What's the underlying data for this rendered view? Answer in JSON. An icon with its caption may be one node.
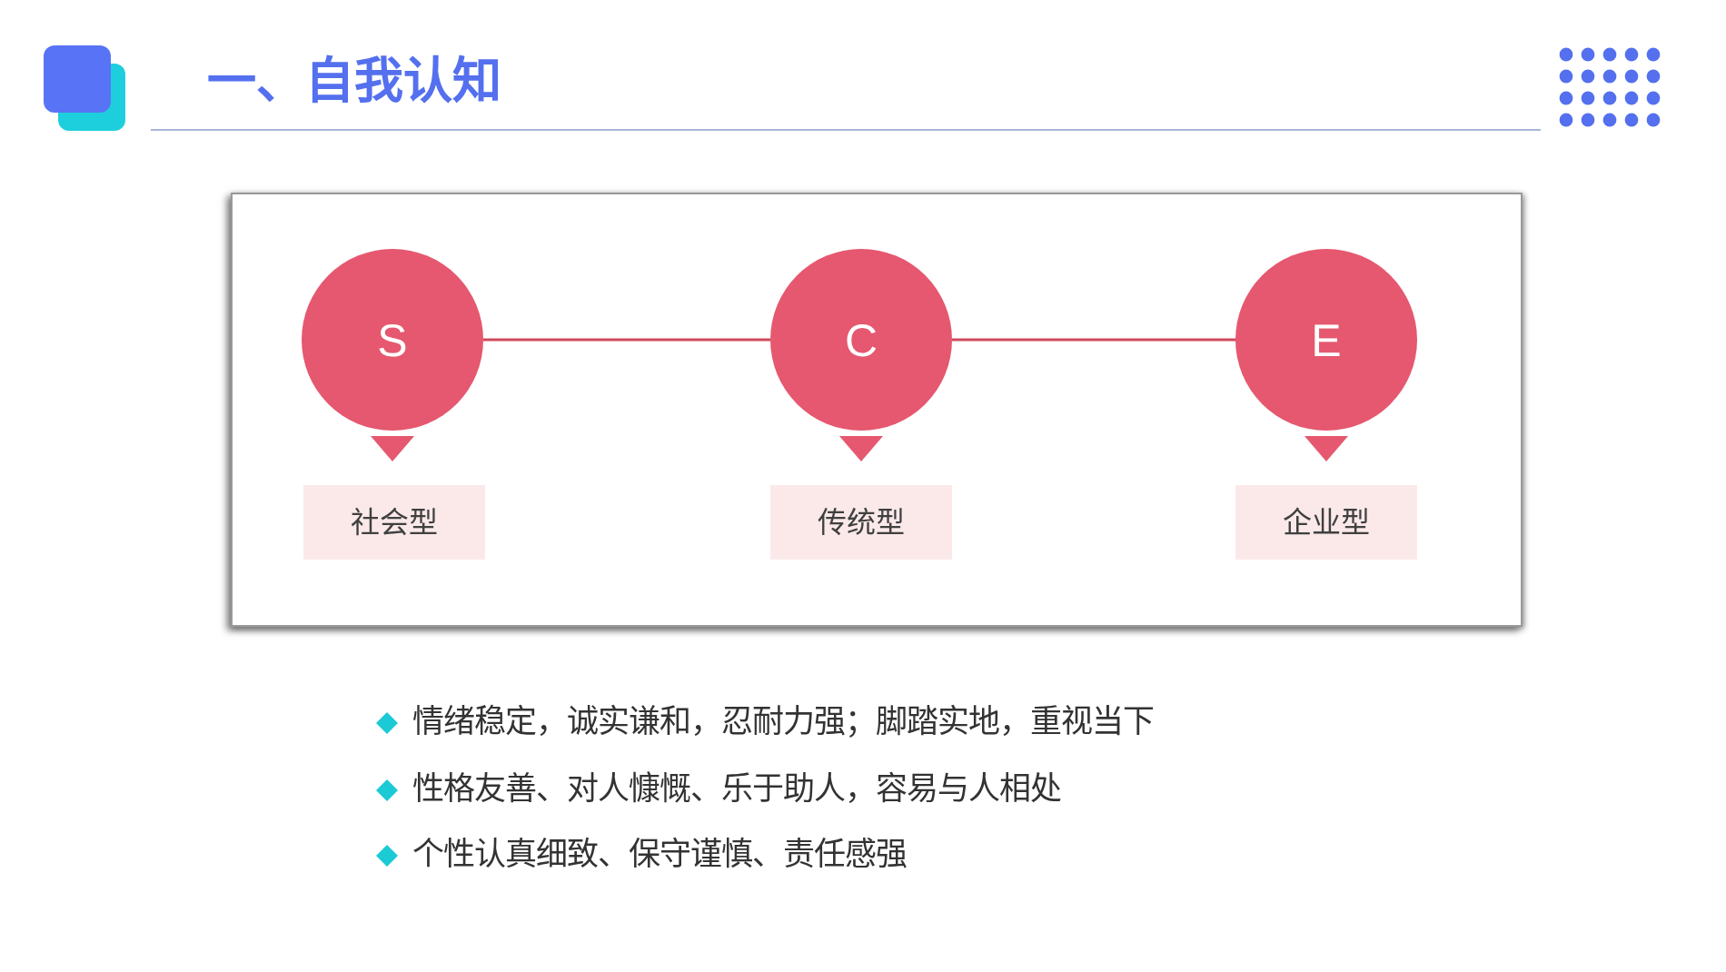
{
  "diagram": {
    "title": "一、自我认知",
    "nodes": [
      {
        "text": [
          "S"
        ]
      },
      {
        "text": [
          "C"
        ]
      },
      {
        "text": [
          "E"
        ]
      },
      {
        "text": [
          "社会型"
        ]
      },
      {
        "text": [
          "传统型"
        ]
      },
      {
        "text": [
          "企业型"
        ]
      }
    ],
    "edges": [
      {
        "from": 0,
        "to": 1,
        "arrow": "none"
      },
      {
        "from": 1,
        "to": 2,
        "arrow": "none"
      }
    ],
    "labels": [
      "情绪稳定，诚实谦和，忍耐力强；脚踏实地，重视当下",
      "性格友善、对人慷慨、乐于助人，容易与人相处",
      "个性认真细致、保守谨慎、责任感强"
    ]
  }
}
